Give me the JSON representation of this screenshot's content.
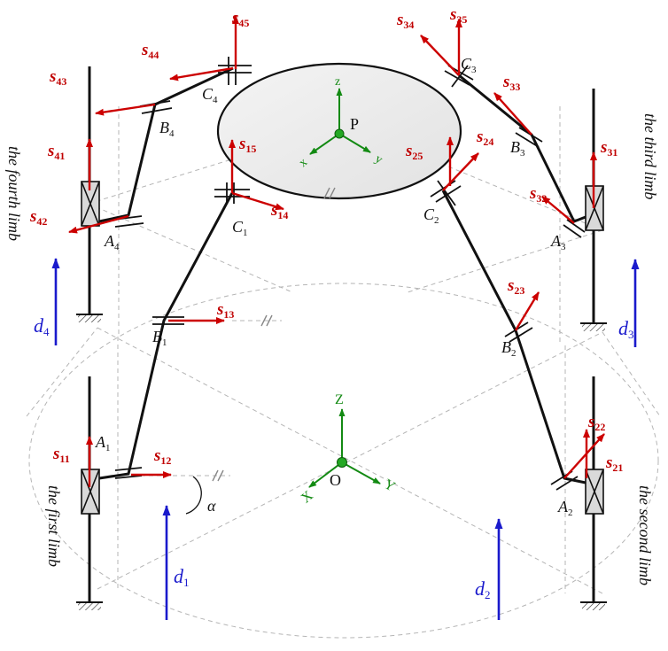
{
  "colors": {
    "screw": "#cc0000",
    "actuation": "#1a1acc",
    "frame": "#138a13",
    "link": "#111111",
    "guide": "#aaaaaa",
    "platform": "#eeeeee"
  },
  "limbs": [
    {
      "key": "first",
      "label": "the first limb"
    },
    {
      "key": "second",
      "label": "the second limb"
    },
    {
      "key": "third",
      "label": "the third limb"
    },
    {
      "key": "fourth",
      "label": "the fourth limb"
    }
  ],
  "joints": [
    {
      "key": "A1",
      "main": "A",
      "sub": "1"
    },
    {
      "key": "B1",
      "main": "B",
      "sub": "1"
    },
    {
      "key": "C1",
      "main": "C",
      "sub": "1"
    },
    {
      "key": "A2",
      "main": "A",
      "sub": "2"
    },
    {
      "key": "B2",
      "main": "B",
      "sub": "2"
    },
    {
      "key": "C2",
      "main": "C",
      "sub": "2"
    },
    {
      "key": "A3",
      "main": "A",
      "sub": "3"
    },
    {
      "key": "B3",
      "main": "B",
      "sub": "3"
    },
    {
      "key": "C3",
      "main": "C",
      "sub": "3"
    },
    {
      "key": "A4",
      "main": "A",
      "sub": "4"
    },
    {
      "key": "B4",
      "main": "B",
      "sub": "4"
    },
    {
      "key": "C4",
      "main": "C",
      "sub": "4"
    }
  ],
  "screws": [
    {
      "key": "s11",
      "main": "s",
      "sub": "11"
    },
    {
      "key": "s12",
      "main": "s",
      "sub": "12"
    },
    {
      "key": "s13",
      "main": "s",
      "sub": "13"
    },
    {
      "key": "s14",
      "main": "s",
      "sub": "14"
    },
    {
      "key": "s15",
      "main": "s",
      "sub": "15"
    },
    {
      "key": "s21",
      "main": "s",
      "sub": "21"
    },
    {
      "key": "s22",
      "main": "s",
      "sub": "22"
    },
    {
      "key": "s23",
      "main": "s",
      "sub": "23"
    },
    {
      "key": "s24",
      "main": "s",
      "sub": "24"
    },
    {
      "key": "s25",
      "main": "s",
      "sub": "25"
    },
    {
      "key": "s31",
      "main": "s",
      "sub": "31"
    },
    {
      "key": "s32",
      "main": "s",
      "sub": "32"
    },
    {
      "key": "s33",
      "main": "s",
      "sub": "33"
    },
    {
      "key": "s34",
      "main": "s",
      "sub": "34"
    },
    {
      "key": "s35",
      "main": "s",
      "sub": "35"
    },
    {
      "key": "s41",
      "main": "s",
      "sub": "41"
    },
    {
      "key": "s42",
      "main": "s",
      "sub": "42"
    },
    {
      "key": "s43",
      "main": "s",
      "sub": "43"
    },
    {
      "key": "s44",
      "main": "s",
      "sub": "44"
    },
    {
      "key": "s45",
      "main": "s",
      "sub": "45"
    }
  ],
  "actuations": [
    {
      "key": "d1",
      "main": "d",
      "sub": "1"
    },
    {
      "key": "d2",
      "main": "d",
      "sub": "2"
    },
    {
      "key": "d3",
      "main": "d",
      "sub": "3"
    },
    {
      "key": "d4",
      "main": "d",
      "sub": "4"
    }
  ],
  "frames": {
    "base": {
      "origin": "O",
      "x": "X",
      "y": "Y",
      "z": "Z"
    },
    "moving": {
      "origin": "P",
      "x": "x",
      "y": "y",
      "z": "z"
    }
  },
  "angle_label": "α",
  "parallel_mark": "//"
}
